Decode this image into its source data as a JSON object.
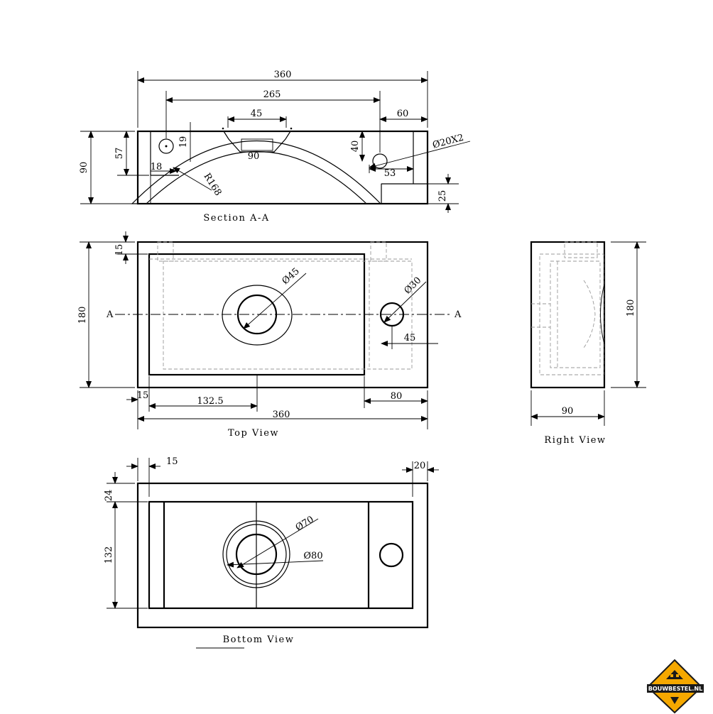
{
  "section_view": {
    "title": "Section A-A",
    "dims": {
      "overall_width": "360",
      "tap_to_drain": "265",
      "tap_hole": "45",
      "edge_offset": "60",
      "bowl_depth_left": "57",
      "overall_height": "90",
      "upper_wall": "19",
      "bowl_angle": "90",
      "overflow_height": "40",
      "wall_left": "18",
      "radius": "R168",
      "overflow_offset": "53",
      "overflow_diam": "Ø20X2",
      "floor": "25"
    }
  },
  "top_view": {
    "title": "Top View",
    "section_marker": "A",
    "dims": {
      "top_wall": "15",
      "overall_depth": "180",
      "drain_diam": "Ø45",
      "tap_diam": "Ø30",
      "tap_offset": "45",
      "left_wall": "15",
      "drain_offset": "132.5",
      "right_deck": "80",
      "overall_width": "360"
    }
  },
  "right_view": {
    "title": "Right View",
    "dims": {
      "depth": "90",
      "height": "180"
    }
  },
  "bottom_view": {
    "title": "Bottom View",
    "dims": {
      "left_wall": "15",
      "right_wall": "20",
      "front_wall": "24",
      "inner_depth": "132",
      "inner_diam": "Ø70",
      "outer_diam": "Ø80"
    }
  },
  "logo": {
    "text": "BOUWBESTEL.NL",
    "colors": {
      "primary": "#f5a800",
      "dark": "#1a1a1a"
    }
  }
}
